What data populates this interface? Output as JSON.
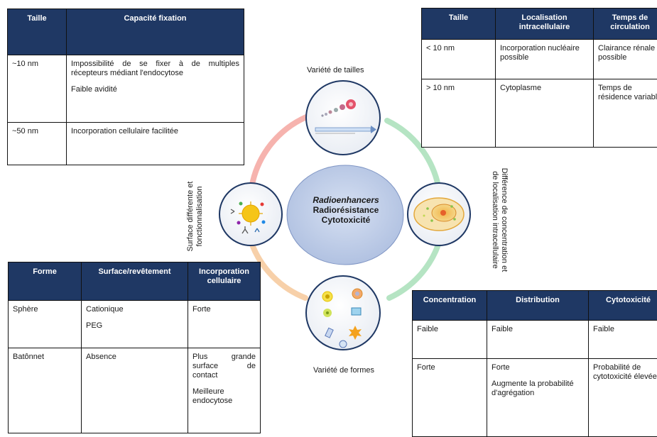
{
  "center": {
    "line1": "Radioenhancers",
    "line2": "Radiorésistance",
    "line3": "Cytotoxicité"
  },
  "labels": {
    "top": "Variété de tailles",
    "bottom": "Variété de formes",
    "left_line1": "Surface différente et",
    "left_line2": "fonctionnalisation",
    "right_line1": "Différence de concentration et",
    "right_line2": "de localisation intracellulaire"
  },
  "table_size_binding": {
    "headers": [
      "Taille",
      "Capacité fixation"
    ],
    "rows": [
      {
        "size": "~10 nm",
        "p1": "Impossibilité de se fixer à de multiples récepteurs médiant l'endocytose",
        "p2": "Faible avidité"
      },
      {
        "size": "~50 nm",
        "p1": "Incorporation cellulaire facilitée",
        "p2": ""
      }
    ]
  },
  "table_localisation": {
    "headers": [
      "Taille",
      "Localisation intracellulaire",
      "Temps de circulation"
    ],
    "rows": [
      {
        "size": "< 10 nm",
        "loc": "Incorporation nucléaire possible",
        "time": "Clairance rénale possible"
      },
      {
        "size": "> 10 nm",
        "loc": "Cytoplasme",
        "time": "Temps de résidence variable"
      }
    ]
  },
  "table_shape": {
    "headers": [
      "Forme",
      "Surface/revêtement",
      "Incorporation cellulaire"
    ],
    "rows": [
      {
        "shape": "Sphère",
        "surf1": "Cationique",
        "surf2": "PEG",
        "inc1": "Forte",
        "inc2": ""
      },
      {
        "shape": "Batônnet",
        "surf1": "Absence",
        "surf2": "",
        "inc1": "Plus grande surface de contact",
        "inc2": "Meilleure endocytose"
      }
    ]
  },
  "table_concentration": {
    "headers": [
      "Concentration",
      "Distribution",
      "Cytotoxicité"
    ],
    "rows": [
      {
        "conc": "Faible",
        "dist1": "Faible",
        "dist2": "",
        "cyto": "Faible"
      },
      {
        "conc": "Forte",
        "dist1": "Forte",
        "dist2": "Augmente la probabilité d'agrégation",
        "cyto": "Probabilité de cytotoxicité élevée"
      }
    ]
  },
  "colors": {
    "header_bg": "#1f3864",
    "center_fill": "#b4c6e7",
    "ring_red": "#f4a6a0",
    "ring_green": "#a8dfb8",
    "ring_orange": "#f6c89a"
  },
  "icons": [
    "size-variety-icon",
    "cell-localisation-icon",
    "shape-variety-icon",
    "surface-functionalisation-icon"
  ]
}
